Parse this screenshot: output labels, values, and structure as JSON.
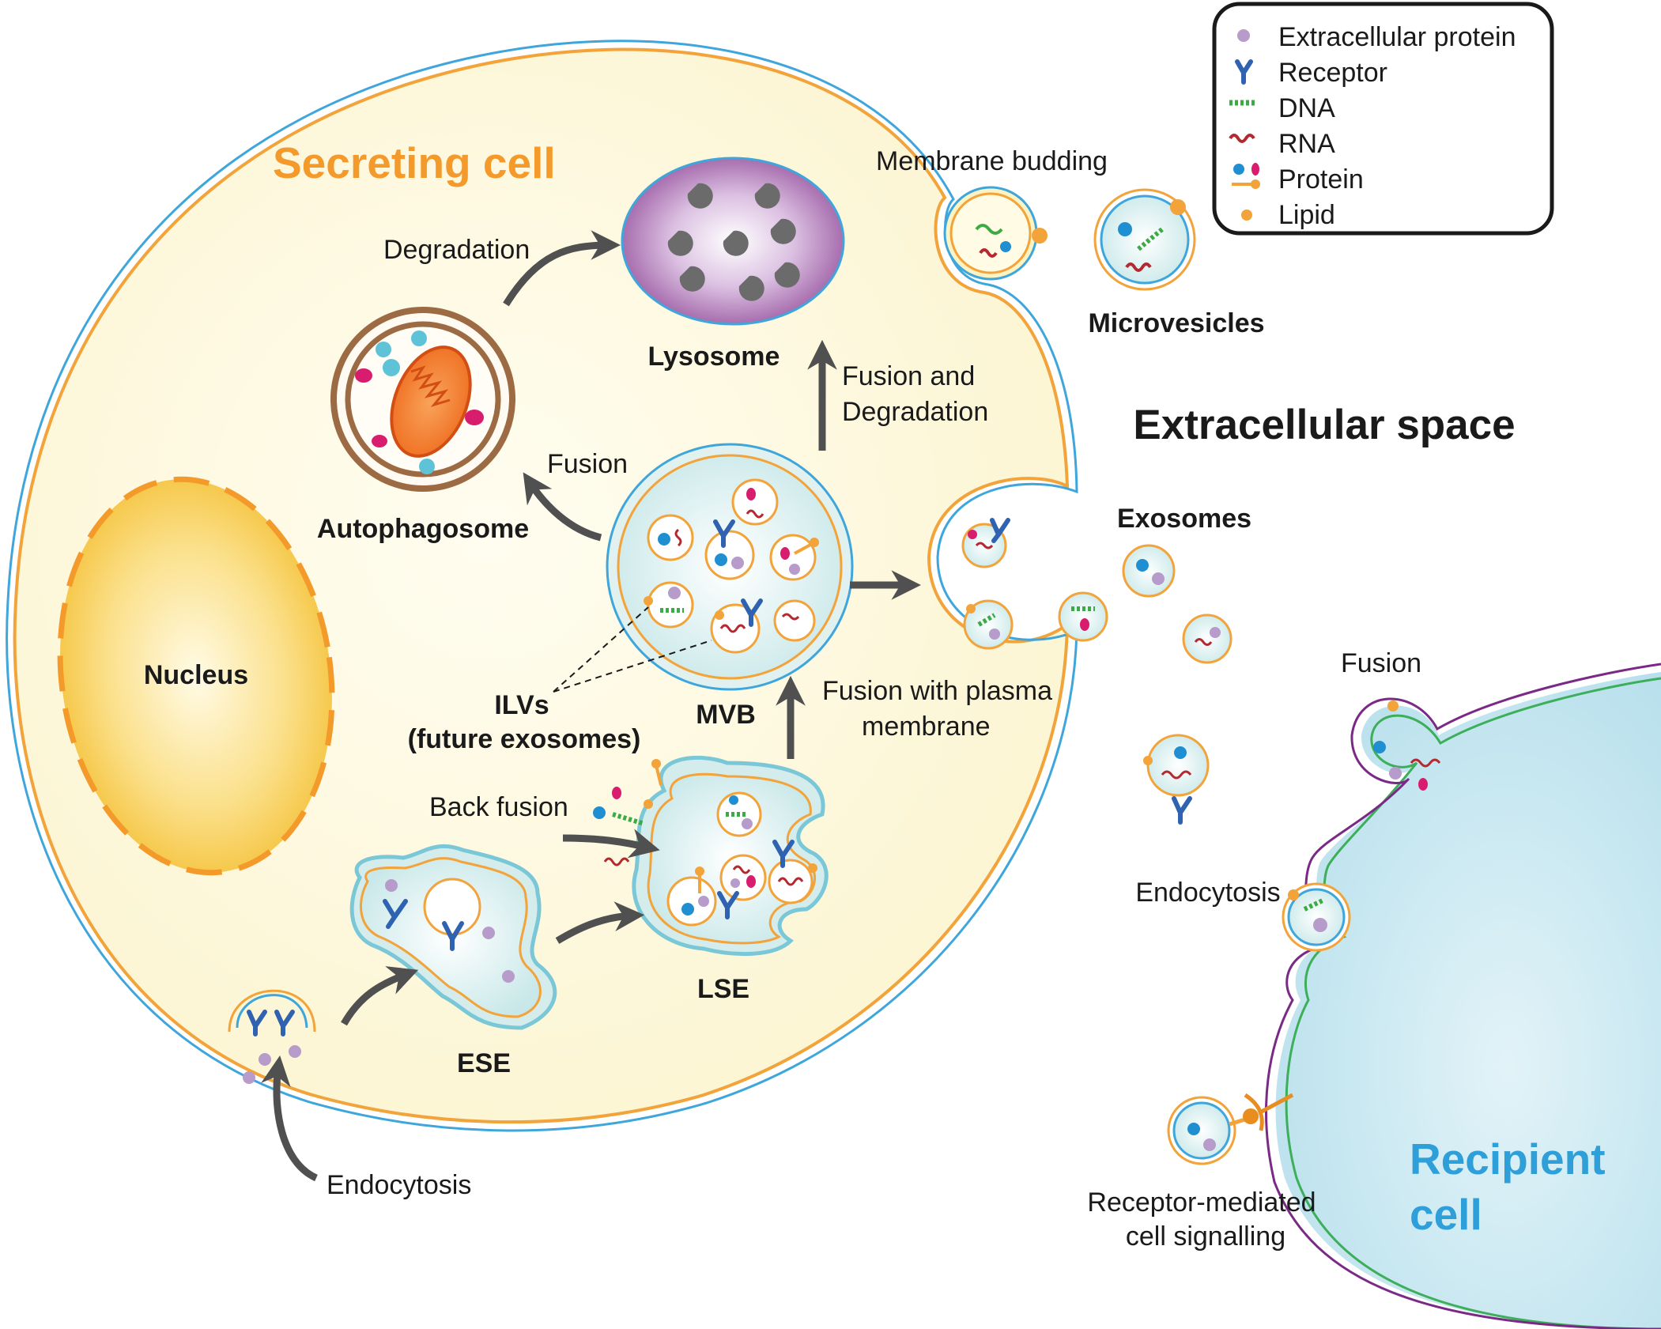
{
  "colors": {
    "cell_fill": "#fdf9e4",
    "membrane_orange": "#f2a33a",
    "membrane_blue": "#3fa6dc",
    "recipient_fill": "#cbe9f1",
    "recipient_green": "#3dae5a",
    "recipient_purple": "#7a2a86",
    "title_orange": "#f39a2b",
    "title_blue": "#2e9fd8",
    "arrow": "#505050",
    "ext_protein": "#b79bca",
    "receptor": "#2f62b0",
    "dna": "#3cab45",
    "rna": "#b5282f",
    "protein_blue": "#1f8fd2",
    "protein_pink": "#d81d6e",
    "lipid": "#f2a33a",
    "lysosome": "#9b5ba3",
    "nucleus": "#f6c63b"
  },
  "legend": {
    "items": [
      {
        "label": "Extracellular protein",
        "icon": "extracellular-protein-icon"
      },
      {
        "label": "Receptor",
        "icon": "receptor-icon"
      },
      {
        "label": "DNA",
        "icon": "dna-icon"
      },
      {
        "label": "RNA",
        "icon": "rna-icon"
      },
      {
        "label": "Protein",
        "icon": "protein-icon"
      },
      {
        "label": "Lipid",
        "icon": "lipid-icon"
      }
    ]
  },
  "titles": {
    "secreting_cell": "Secreting cell",
    "extracellular_space": "Extracellular space",
    "recipient_line1": "Recipient",
    "recipient_line2": "cell"
  },
  "labels": {
    "degradation": "Degradation",
    "lysosome": "Lysosome",
    "fusion_degradation_1": "Fusion and",
    "fusion_degradation_2": "Degradation",
    "autophagosome": "Autophagosome",
    "fusion_auto": "Fusion",
    "nucleus": "Nucleus",
    "ilvs_1": "ILVs",
    "ilvs_2": "(future exosomes)",
    "mvb": "MVB",
    "fusion_plasma_1": "Fusion with plasma",
    "fusion_plasma_2": "membrane",
    "back_fusion": "Back fusion",
    "lse": "LSE",
    "ese": "ESE",
    "endocytosis_left": "Endocytosis",
    "membrane_budding": "Membrane budding",
    "microvesicles": "Microvesicles",
    "exosomes": "Exosomes",
    "fusion_recipient": "Fusion",
    "endocytosis_right": "Endocytosis",
    "receptor_mediated_1": "Receptor-mediated",
    "receptor_mediated_2": "cell signalling"
  }
}
